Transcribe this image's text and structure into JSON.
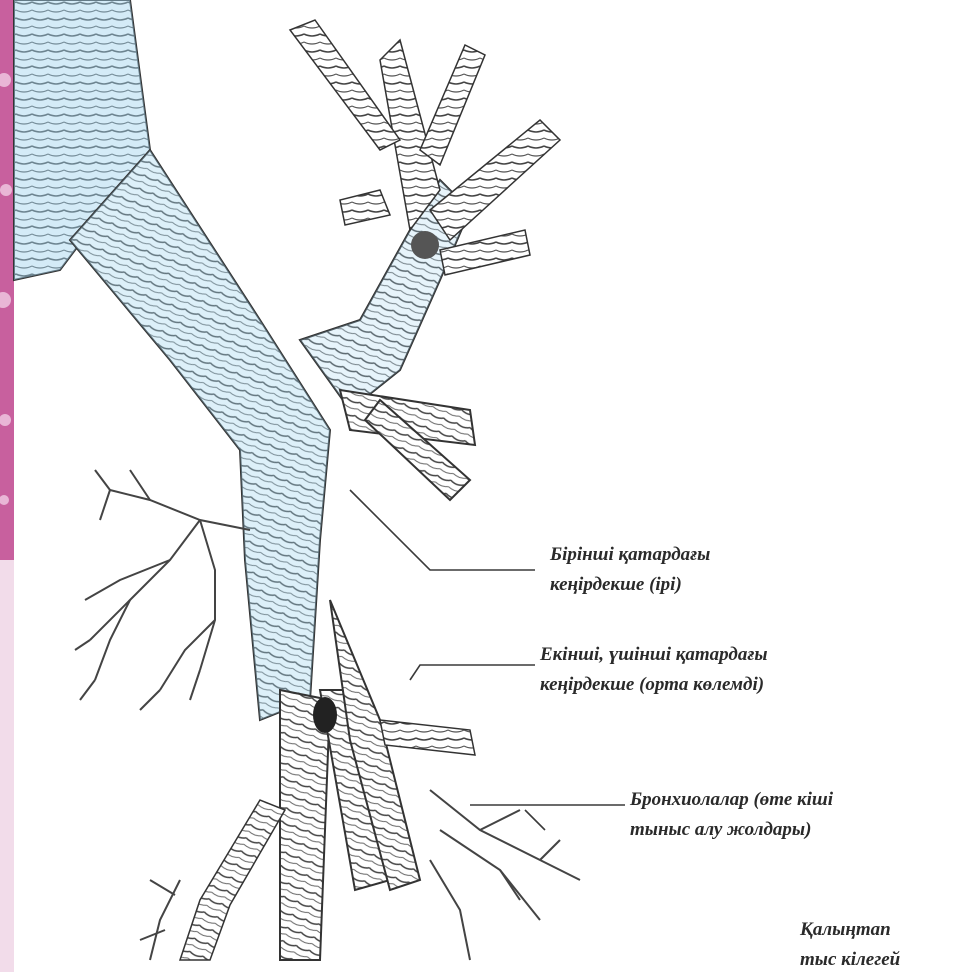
{
  "labels": {
    "primary_bronchi": {
      "line1": "Бірінші қатардағы",
      "line2": "кеңірдекше (ірі)"
    },
    "secondary_bronchi": {
      "line1": "Екінші, үшінші қатардағы",
      "line2": "кеңірдекше (орта көлемді)"
    },
    "bronchioles": {
      "line1": "Бронхиолалар (өте кіші",
      "line2": "тыныс алу жолдары)"
    },
    "cartilage": {
      "line1": "Қалыңтап",
      "line2": "тыс кілегей"
    }
  },
  "colors": {
    "ink": "#3a3a3a",
    "tint": "#9fd3ee",
    "border": "#c060a0"
  }
}
